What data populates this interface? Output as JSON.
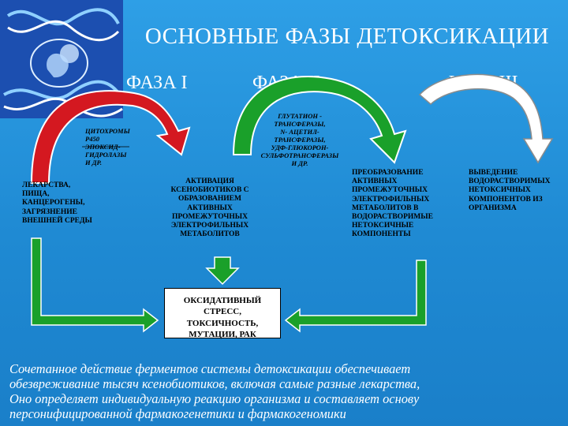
{
  "title": "ОСНОВНЫЕ ФАЗЫ ДЕТОКСИКАЦИИ",
  "phases": [
    "ФАЗА I",
    "ФАЗА II",
    "ФАЗА III"
  ],
  "phase1_enzymes": [
    "ЦИТОХРОМЫ",
    "Р450",
    "ЭПОКСИД-",
    "ГИДРОЛАЗЫ",
    "И ДР."
  ],
  "phase2_enzymes": [
    "ГЛУТАТИОН -",
    "ТРАНСФЕРАЗЫ,",
    "N- АЦЕТИЛ-",
    "ТРАНСФЕРАЗЫ,",
    "УДФ-ГЛЮКОРОН-",
    "СУЛЬФОТРАНСФЕРАЗЫ",
    "И ДР."
  ],
  "xenobiotics": [
    "ЛЕКАРСТВА,",
    "ПИЩА,",
    "КАНЦЕРОГЕНЫ,",
    "ЗАГРЯЗНЕНИЕ",
    "ВНЕШНЕЙ СРЕДЫ"
  ],
  "activation": [
    "АКТИВАЦИЯ",
    "КСЕНОБИОТИКОВ С",
    "ОБРАЗОВАНИЕМ",
    "АКТИВНЫХ",
    "ПРОМЕЖУТОЧНЫХ",
    "ЭЛЕКТРОФИЛЬНЫХ",
    "МЕТАБОЛИТОВ"
  ],
  "transformation": [
    "ПРЕОБРАЗОВАНИЕ",
    "АКТИВНЫХ",
    "ПРОМЕЖУТОЧНЫХ",
    "ЭЛЕКТРОФИЛЬНЫХ",
    "МЕТАБОЛИТОВ В",
    "ВОДОРАСТВОРИМЫЕ",
    "НЕТОКСИЧНЫЕ",
    "КОМПОНЕНТЫ"
  ],
  "excretion": [
    "ВЫВЕДЕНИЕ",
    "ВОДОРАСТВОРИМЫХ",
    "НЕТОКСИЧНЫХ",
    "КОМПОНЕНТОВ ИЗ",
    "ОРГАНИЗМА"
  ],
  "stress_box": [
    "ОКСИДАТИВНЫЙ",
    "СТРЕСС,",
    "ТОКСИЧНОСТЬ,",
    "МУТАЦИИ, РАК"
  ],
  "note": [
    "Сочетанное действие ферментов системы детоксикации обеспечивает",
    "обезвреживание тысяч ксенобиотиков, включая самые разные лекарства,",
    "Оно определяет индивидуальную реакцию организма и составляет основу",
    "персонифицированной фармакогенетики и фармакогеномики"
  ],
  "colors": {
    "phase1_arrow": "#d41820",
    "phase2_arrow": "#1aa02a",
    "phase3_arrow": "#ffffff",
    "background": "#1f8ad3"
  },
  "logo_icon": "dna-embryo-icon"
}
